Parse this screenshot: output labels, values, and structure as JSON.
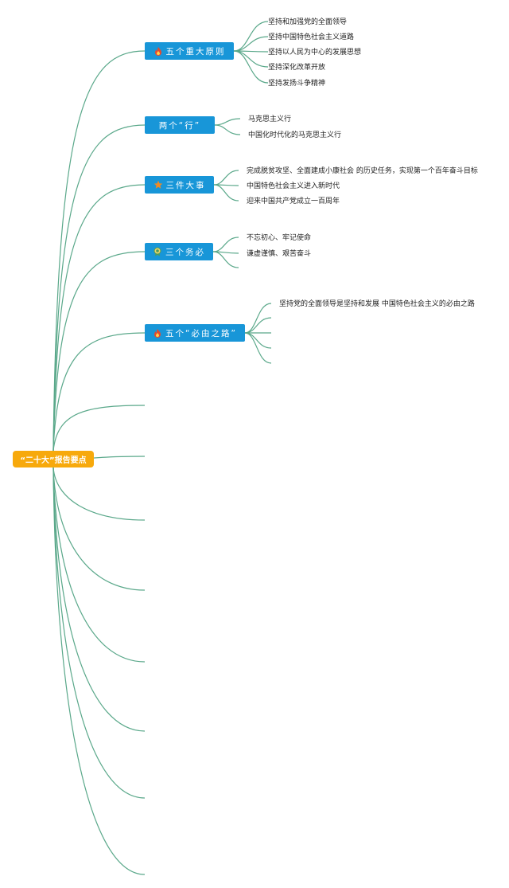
{
  "root": {
    "label": "“二十大”报告要点"
  },
  "branches": [
    {
      "label": "五个重大原则",
      "icon": "flame-icon",
      "items": [
        "坚持和加强党的全面领导",
        "坚持中国特色社会主义道路",
        "坚持以人民为中心的发展思想",
        "坚持深化改革开放",
        "坚持发扬斗争精神"
      ]
    },
    {
      "label": "两个“行”",
      "icon": "",
      "items": [
        "马克思主义行",
        "中国化时代化的马克思主义行"
      ]
    },
    {
      "label": "三件大事",
      "icon": "star-icon",
      "items": [
        "完成脱贫攻坚、全面建成小康社会 的历史任务，实现第一个百年奋斗目标",
        "中国特色社会主义进入新时代",
        "迎来中国共产党成立一百周年"
      ]
    },
    {
      "label": "三个务必",
      "icon": "medal-icon",
      "items": [
        "不忘初心、牢记使命",
        "谦虚谨慎、艰苦奋斗"
      ]
    },
    {
      "label": "五个“必由之路”",
      "icon": "flame-icon",
      "items": [
        "坚持党的全面领导是坚持和发展 中国特色社会主义的必由之路"
      ]
    }
  ],
  "colors": {
    "root": "#f7a90c",
    "branch": "#1896d8",
    "line": "#5aa88a"
  }
}
